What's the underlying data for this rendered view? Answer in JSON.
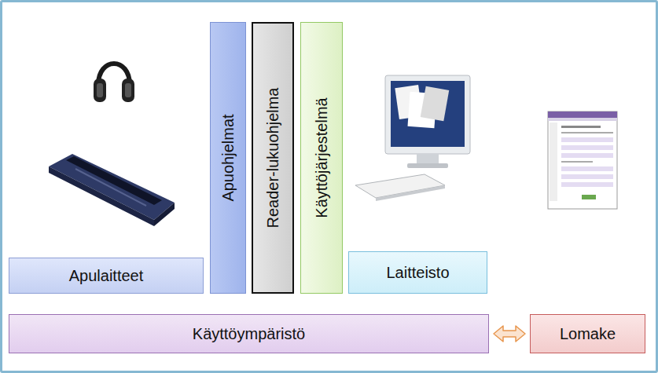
{
  "diagram": {
    "nodes": [
      {
        "text": [
          "Apulaitteet"
        ]
      },
      {
        "text": [
          "Apuohjelmat"
        ]
      },
      {
        "text": [
          "Reader-lukuohjelma"
        ]
      },
      {
        "text": [
          "Käyttöjärjestelmä"
        ]
      },
      {
        "text": [
          "Laitteisto"
        ]
      },
      {
        "text": [
          "Käyttöympäristö"
        ]
      },
      {
        "text": [
          "Lomake"
        ]
      }
    ],
    "edges": [
      {
        "from": 5,
        "to": 6,
        "arrow": "both"
      }
    ]
  }
}
